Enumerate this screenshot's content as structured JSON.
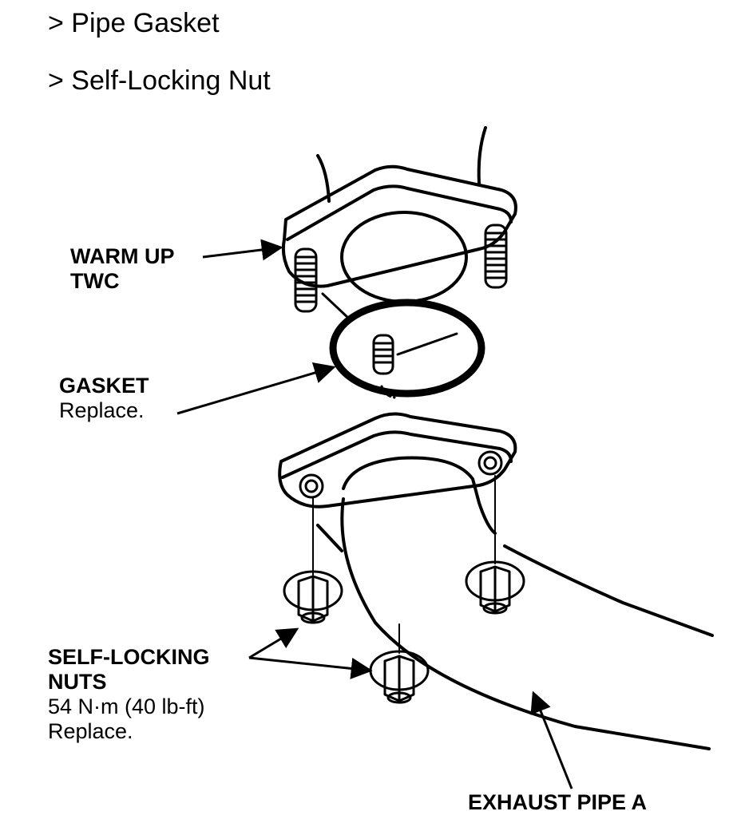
{
  "headings": [
    "> Pipe Gasket",
    "> Self-Locking Nut"
  ],
  "labels": {
    "warm_up_twc": {
      "line1": "WARM UP",
      "line2": "TWC"
    },
    "gasket": {
      "name": "GASKET",
      "note": "Replace."
    },
    "self_locking_nuts": {
      "line1": "SELF-LOCKING",
      "line2": "NUTS",
      "torque": "54 N·m (40 lb-ft)",
      "note": "Replace."
    },
    "exhaust_pipe": "EXHAUST PIPE A"
  }
}
